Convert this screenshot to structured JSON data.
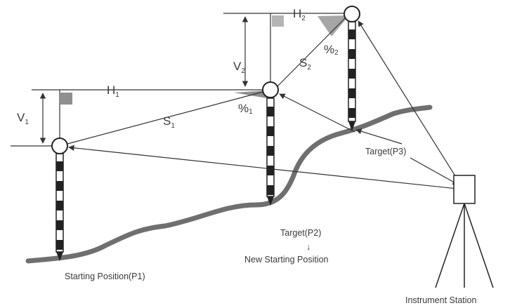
{
  "labels": {
    "h1": "H",
    "h1_sub": "1",
    "h2": "H",
    "h2_sub": "2",
    "v1": "V",
    "v1_sub": "1",
    "v2": "V",
    "v2_sub": "2",
    "s1": "S",
    "s1_sub": "1",
    "s2": "S",
    "s2_sub": "2",
    "pct1": "%",
    "pct1_sub": "1",
    "pct2": "%",
    "pct2_sub": "2"
  },
  "annotations": {
    "target_p3": "Target(P3)",
    "target_p2": "Target(P2)",
    "arrow_down": "↓",
    "new_start": "New Starting Position",
    "start_p1": "Starting Position(P1)",
    "instrument": "Instrument Station"
  },
  "colors": {
    "line": "#333333",
    "terrain": "#6f6f6f",
    "grey_block": "#8f8f8f",
    "light_block": "#b4b4b4"
  }
}
